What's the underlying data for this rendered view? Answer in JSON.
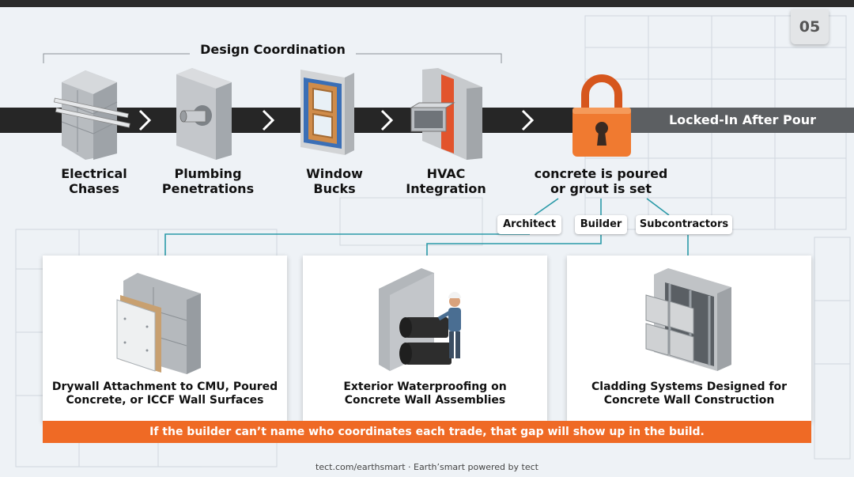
{
  "page_number": "05",
  "design_coordination_label": "Design Coordination",
  "locked_label": "Locked-In After Pour",
  "steps": [
    {
      "line1": "Electrical",
      "line2": "Chases",
      "icon": "cmu-block-conduit-icon"
    },
    {
      "line1": "Plumbing",
      "line2": "Penetrations",
      "icon": "pipe-penetration-icon"
    },
    {
      "line1": "Window",
      "line2": "Bucks",
      "icon": "window-buck-icon"
    },
    {
      "line1": "HVAC",
      "line2": "Integration",
      "icon": "hvac-duct-icon"
    }
  ],
  "lock": {
    "line1": "concrete is poured",
    "line2": "or grout is set",
    "icon": "padlock-icon"
  },
  "roles": [
    "Architect",
    "Builder",
    "Subcontractors"
  ],
  "cards": [
    {
      "line1": "Drywall Attachment to CMU, Poured",
      "line2": "Concrete, or ICCF Wall Surfaces",
      "icon": "drywall-cmu-icon"
    },
    {
      "line1": "Exterior Waterproofing on",
      "line2": "Concrete Wall Assemblies",
      "icon": "waterproofing-worker-icon"
    },
    {
      "line1": "Cladding Systems Designed for",
      "line2": "Concrete Wall Construction",
      "icon": "cladding-panels-icon"
    }
  ],
  "banner": "If the builder can’t name who coordinates each trade, that gap will show up in the build.",
  "footer": "tect.com/earthsmart · Earth’smart powered by tect",
  "colors": {
    "accent": "#ef6a25",
    "connector": "#2a9aa8",
    "band": "#262626",
    "band_locked": "#5c5f62"
  }
}
